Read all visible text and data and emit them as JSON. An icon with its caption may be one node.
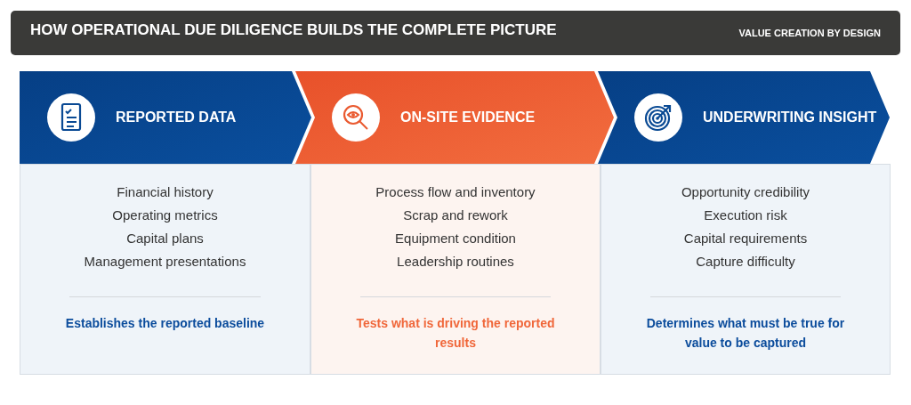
{
  "diagram": {
    "title": "HOW OPERATIONAL DUE DILIGENCE BUILDS THE COMPLETE PICTURE",
    "nodes": [
      {
        "text": [
          "REPORTED DATA"
        ]
      },
      {
        "text": [
          "ON-SITE EVIDENCE"
        ]
      },
      {
        "text": [
          "UNDERWRITING INSIGHT"
        ]
      },
      {
        "text": [
          "Financial history",
          "Operating metrics",
          "Capital plans",
          "Management presentations",
          "Establishes the reported baseline"
        ]
      },
      {
        "text": [
          "Process flow and inventory",
          "Scrap and rework",
          "Equipment condition",
          "Leadership routines",
          "Tests what is driving the reported results"
        ]
      },
      {
        "text": [
          "Opportunity credibility",
          "Execution risk",
          "Capital requirements",
          "Capture difficulty",
          "Determines what must be true for value to be captured"
        ]
      }
    ],
    "labels": [
      "VALUE CREATION BY DESIGN"
    ]
  }
}
